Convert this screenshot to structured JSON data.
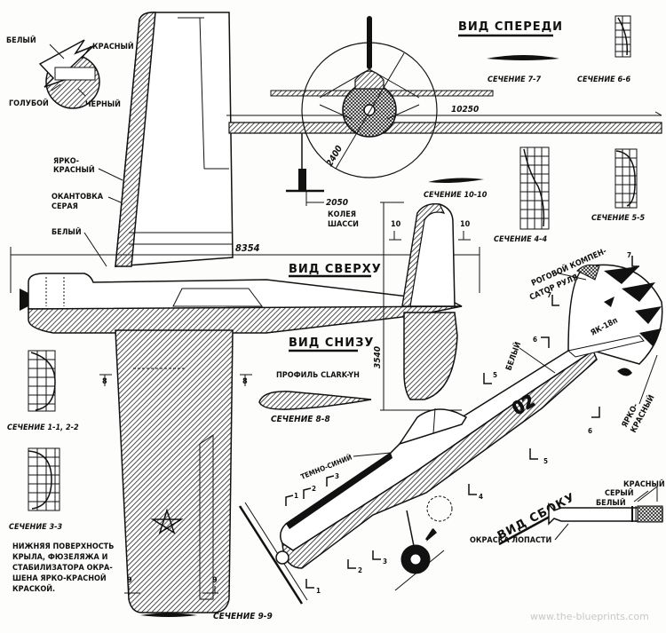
{
  "views": {
    "front": "ВИД СПЕРЕДИ",
    "top": "ВИД СВЕРХУ",
    "bottom": "ВИД СНИЗУ",
    "side": "ВИД СБОКУ"
  },
  "dimensions": {
    "wingspan": "10250",
    "length": "8354",
    "prop_diameter": "2400",
    "track": "2050",
    "track_label_1": "КОЛЕЯ",
    "track_label_2": "ШАССИ",
    "stabilizer_span": "3540"
  },
  "sections": {
    "s77": "СЕЧЕНИЕ 7-7",
    "s66": "СЕЧЕНИЕ 6-6",
    "s1010": "СЕЧЕНИЕ 10-10",
    "s44": "СЕЧЕНИЕ 4-4",
    "s55": "СЕЧЕНИЕ 5-5",
    "s88": "СЕЧЕНИЕ 8-8",
    "s1122": "СЕЧЕНИЕ 1-1, 2-2",
    "s33": "СЕЧЕНИЕ 3-3",
    "s99": "СЕЧЕНИЕ 9-9"
  },
  "profile": "ПРОФИЛЬ CLARK-YH",
  "emblem": {
    "white": "БЕЛЫЙ",
    "red": "КРАСНЫЙ",
    "blue": "ГОЛУБОЙ",
    "black": "ЧЕРНЫЙ"
  },
  "wing_labels": {
    "bright_red_1": "ЯРКО-",
    "bright_red_2": "КРАСНЫЙ",
    "edging_1": "ОКАНТОВКА",
    "edging_2": "СЕРАЯ",
    "white": "БЕЛЫЙ"
  },
  "side_labels": {
    "horn_1": "РОГОВОЙ КОМПЕН-",
    "horn_2": "САТОР РУЛЯ",
    "model": "ЯК-18п",
    "white": "БЕЛЫЙ",
    "dark_blue": "ТЕМНО-СИНИЙ",
    "bright_red_1": "ЯРКО-",
    "bright_red_2": "КРАСНЫЙ",
    "number": "02"
  },
  "blade": {
    "red": "КРАСНЫЙ",
    "grey": "СЕРЫЙ",
    "white": "БЕЛЫЙ",
    "caption": "ОКРАСКА ЛОПАСТИ"
  },
  "note": [
    "НИЖНЯЯ ПОВЕРХНОСТЬ",
    "КРЫЛА, ФЮЗЕЛЯЖА И",
    "СТАБИЛИЗАТОРА ОКРА-",
    "ШЕНА ЯРКО-КРАСНОЙ",
    "КРАСКОЙ."
  ],
  "section_marks": {
    "m1": "1",
    "m2": "2",
    "m3": "3",
    "m4": "4",
    "m5": "5",
    "m6": "6",
    "m7": "7",
    "m8": "8",
    "m9": "9",
    "m10": "10"
  },
  "watermark": "www.the-blueprints.com"
}
